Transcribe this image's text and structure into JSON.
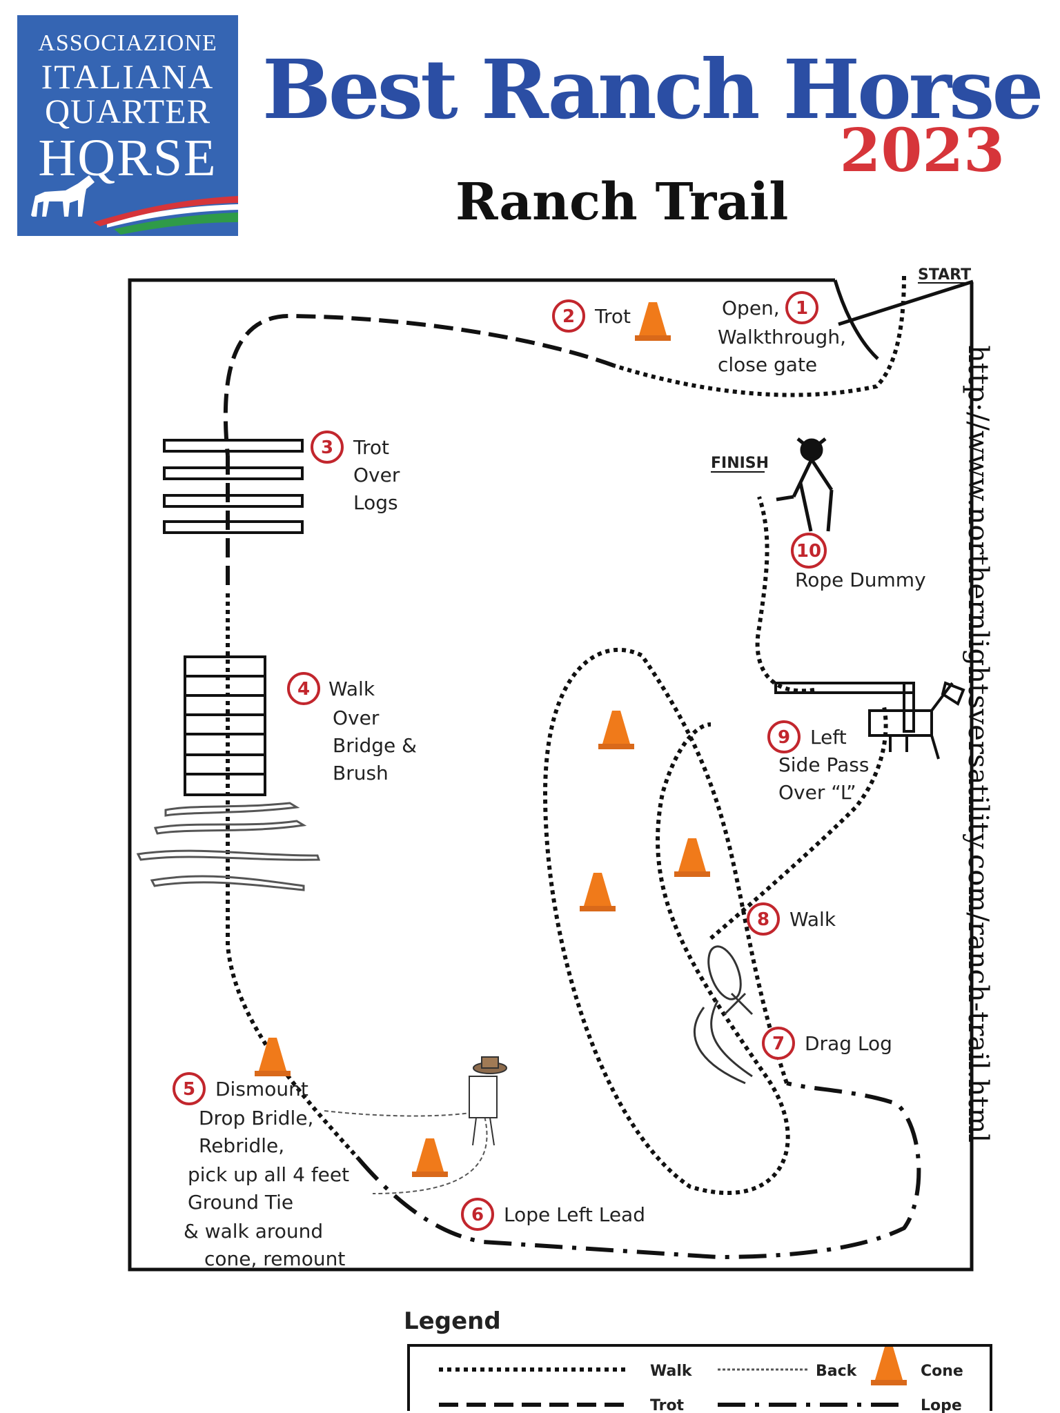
{
  "logo": {
    "line1": "ASSOCIAZIONE",
    "line2": "ITALIANA",
    "line3": "QUARTER",
    "line4": "HQRSE",
    "horse_icon": "horse-silhouette-icon",
    "stripe_colors": [
      "#2f9b48",
      "#ffffff",
      "#d6353a"
    ]
  },
  "header": {
    "title": "Best Ranch Horse",
    "year": "2023",
    "subtitle": "Ranch Trail"
  },
  "url": "http://www.northernlightsversatility.com/ranch-trail.html",
  "course": {
    "start": "START",
    "finish": "FINISH",
    "obstacles": [
      {
        "number": "1",
        "lines": [
          "Open,",
          "Walkthrough,",
          "close gate"
        ]
      },
      {
        "number": "2",
        "lines": [
          "Trot"
        ]
      },
      {
        "number": "3",
        "lines": [
          "Trot",
          "Over",
          "Logs"
        ]
      },
      {
        "number": "4",
        "lines": [
          "Walk",
          "Over",
          "Bridge &",
          "Brush"
        ]
      },
      {
        "number": "5",
        "lines": [
          "Dismount",
          "Drop Bridle,",
          "Rebridle,",
          "pick up all 4 feet",
          "Ground Tie",
          "& walk around",
          "cone, remount"
        ]
      },
      {
        "number": "6",
        "lines": [
          "Lope Left Lead"
        ]
      },
      {
        "number": "7",
        "lines": [
          "Drag  Log"
        ]
      },
      {
        "number": "8",
        "lines": [
          "Walk"
        ]
      },
      {
        "number": "9",
        "lines": [
          "Left",
          "Side Pass",
          "Over “L”"
        ]
      },
      {
        "number": "10",
        "lines": [
          "Rope Dummy"
        ]
      }
    ]
  },
  "legend": {
    "title": "Legend",
    "walk": "Walk",
    "back": "Back",
    "cone": "Cone",
    "trot": "Trot",
    "lope": "Lope"
  },
  "colors": {
    "logo_blue": "#3565b3",
    "title_blue": "#2b4ea4",
    "year_red": "#d6353a",
    "cone_orange": "#f07a1a",
    "number_red": "#c2262d"
  }
}
